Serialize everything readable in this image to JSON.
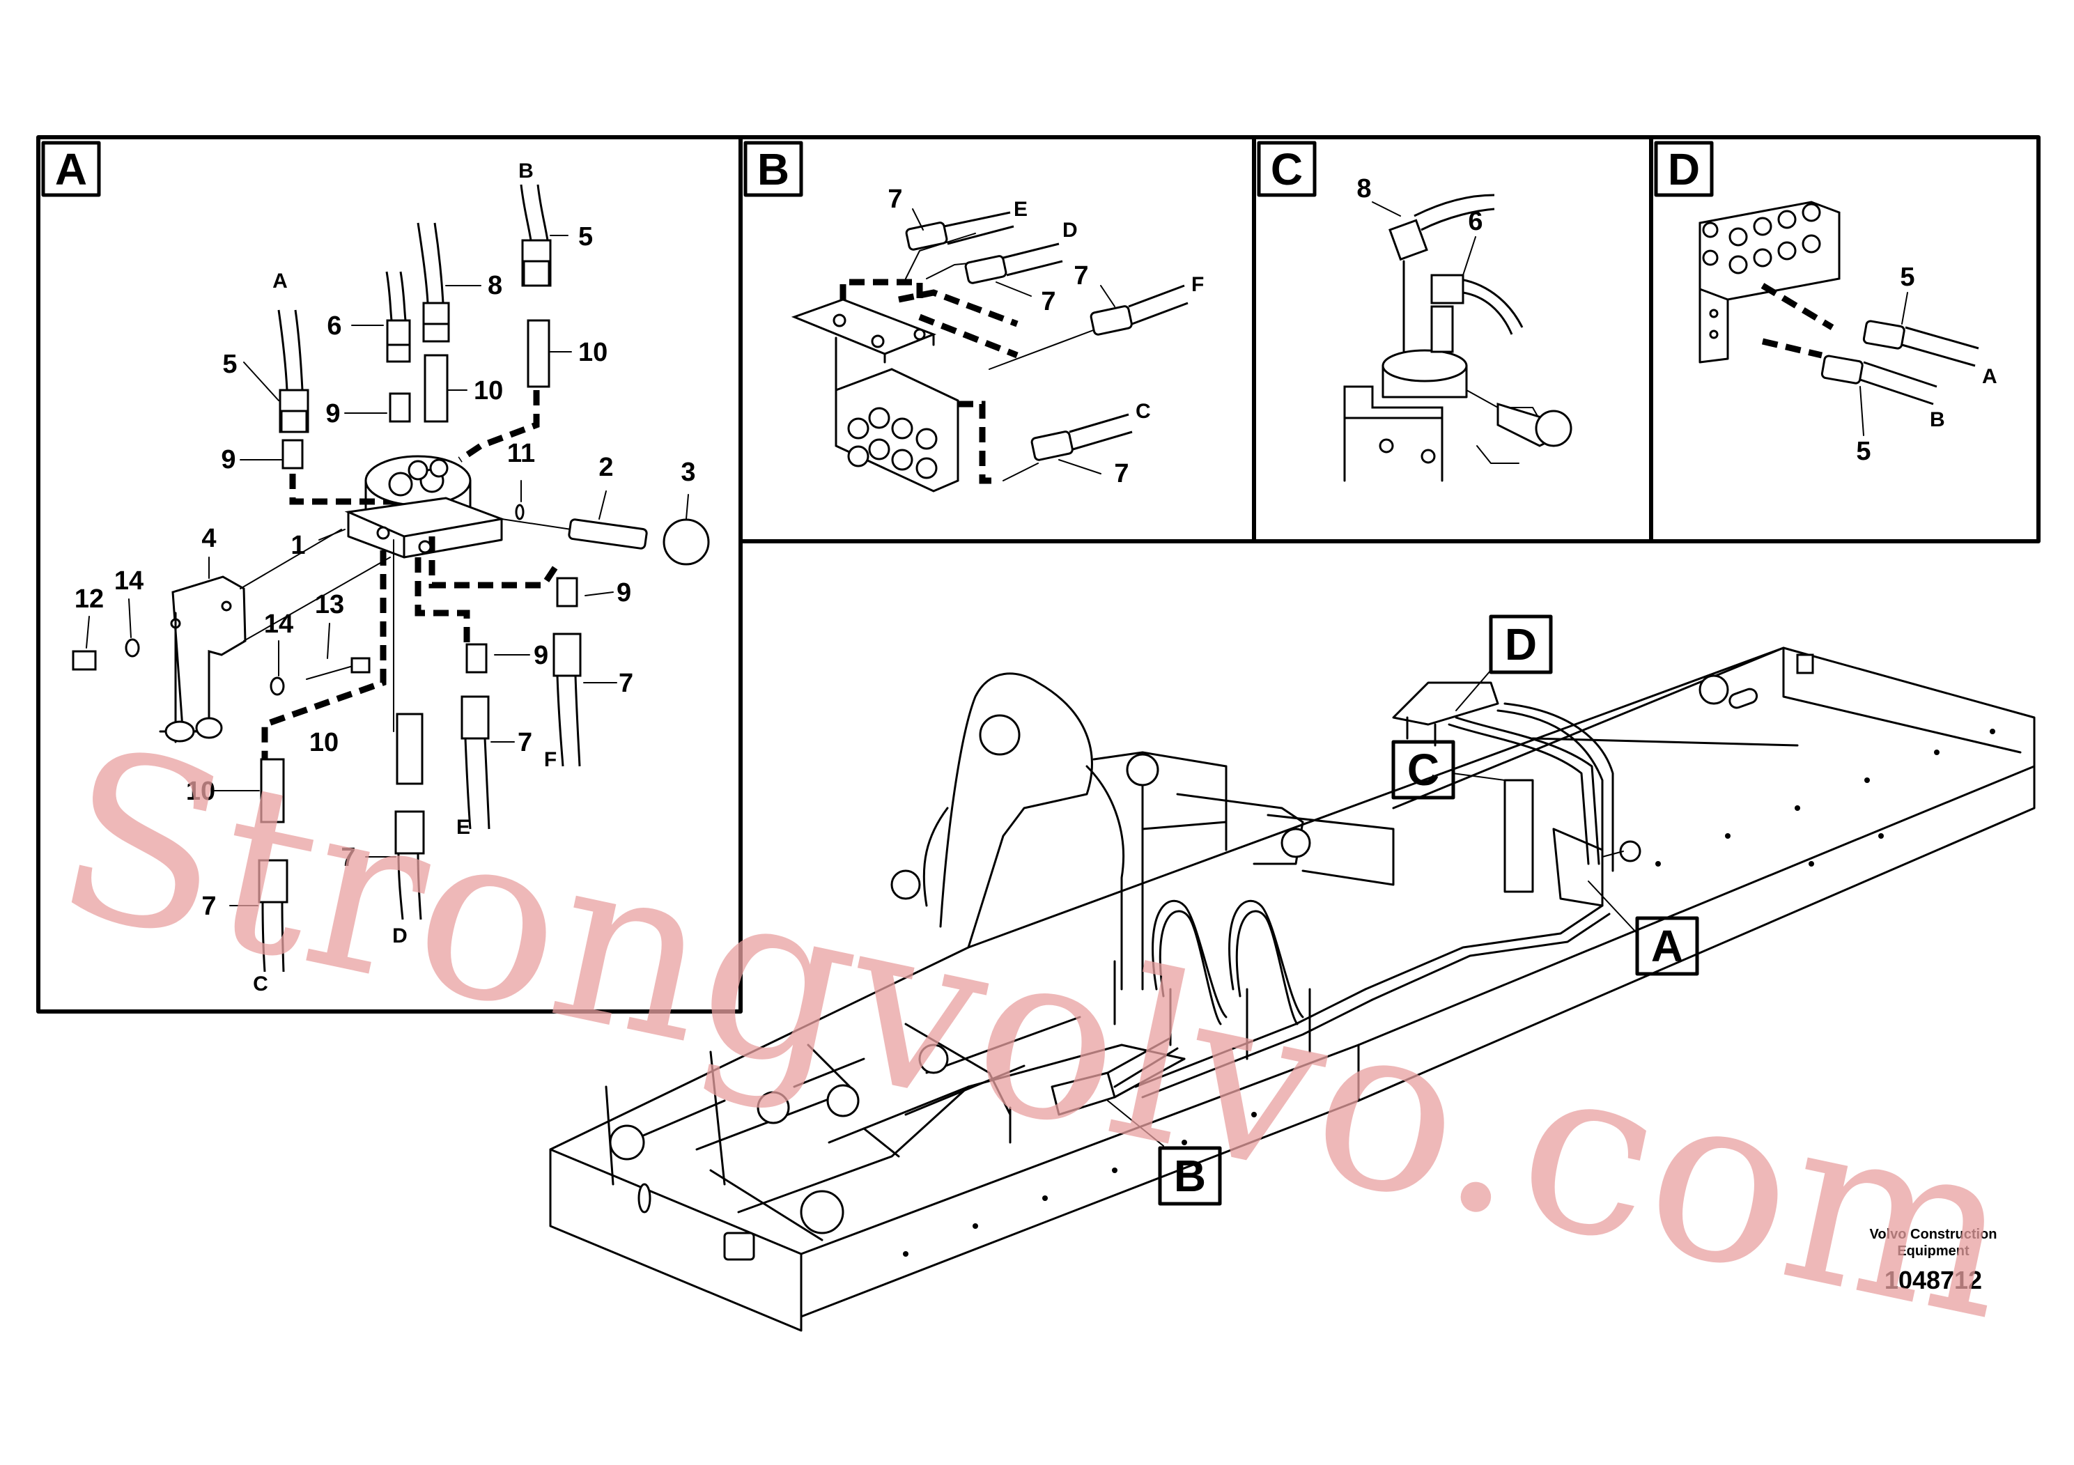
{
  "panels": {
    "a": "A",
    "b": "B",
    "c": "C",
    "d": "D"
  },
  "callouts": {
    "main_a": "A",
    "main_b": "B",
    "main_c": "C",
    "main_d": "D"
  },
  "panel_a_labels": {
    "hose_b": "B",
    "hose_a": "A",
    "n5a": "5",
    "n5b": "5",
    "n6": "6",
    "n8": "8",
    "n10a": "10",
    "n10b": "10",
    "n9a": "9",
    "n9b": "9",
    "n11": "11",
    "n2": "2",
    "n3": "3",
    "n1": "1",
    "n4": "4",
    "n12": "12",
    "n14a": "14",
    "n14b": "14",
    "n13": "13",
    "n9c": "9",
    "n9d": "9",
    "n7a": "7",
    "n7b": "7",
    "n10c": "10",
    "n10d": "10",
    "n7c": "7",
    "n7d": "7",
    "hose_f": "F",
    "hose_e": "E",
    "hose_d": "D",
    "hose_c": "C"
  },
  "panel_b_labels": {
    "n7a": "7",
    "hose_e": "E",
    "hose_d": "D",
    "n7b": "7",
    "n7c": "7",
    "hose_f": "F",
    "hose_c": "C",
    "n7d": "7"
  },
  "panel_c_labels": {
    "n8": "8",
    "n6": "6"
  },
  "panel_d_labels": {
    "n5a": "5",
    "hose_a": "A",
    "hose_b": "B",
    "n5b": "5"
  },
  "watermark": "Strongvolvo.com",
  "credit": {
    "line1": "Volvo Construction",
    "line2": "Equipment"
  },
  "part_number": "1048712"
}
